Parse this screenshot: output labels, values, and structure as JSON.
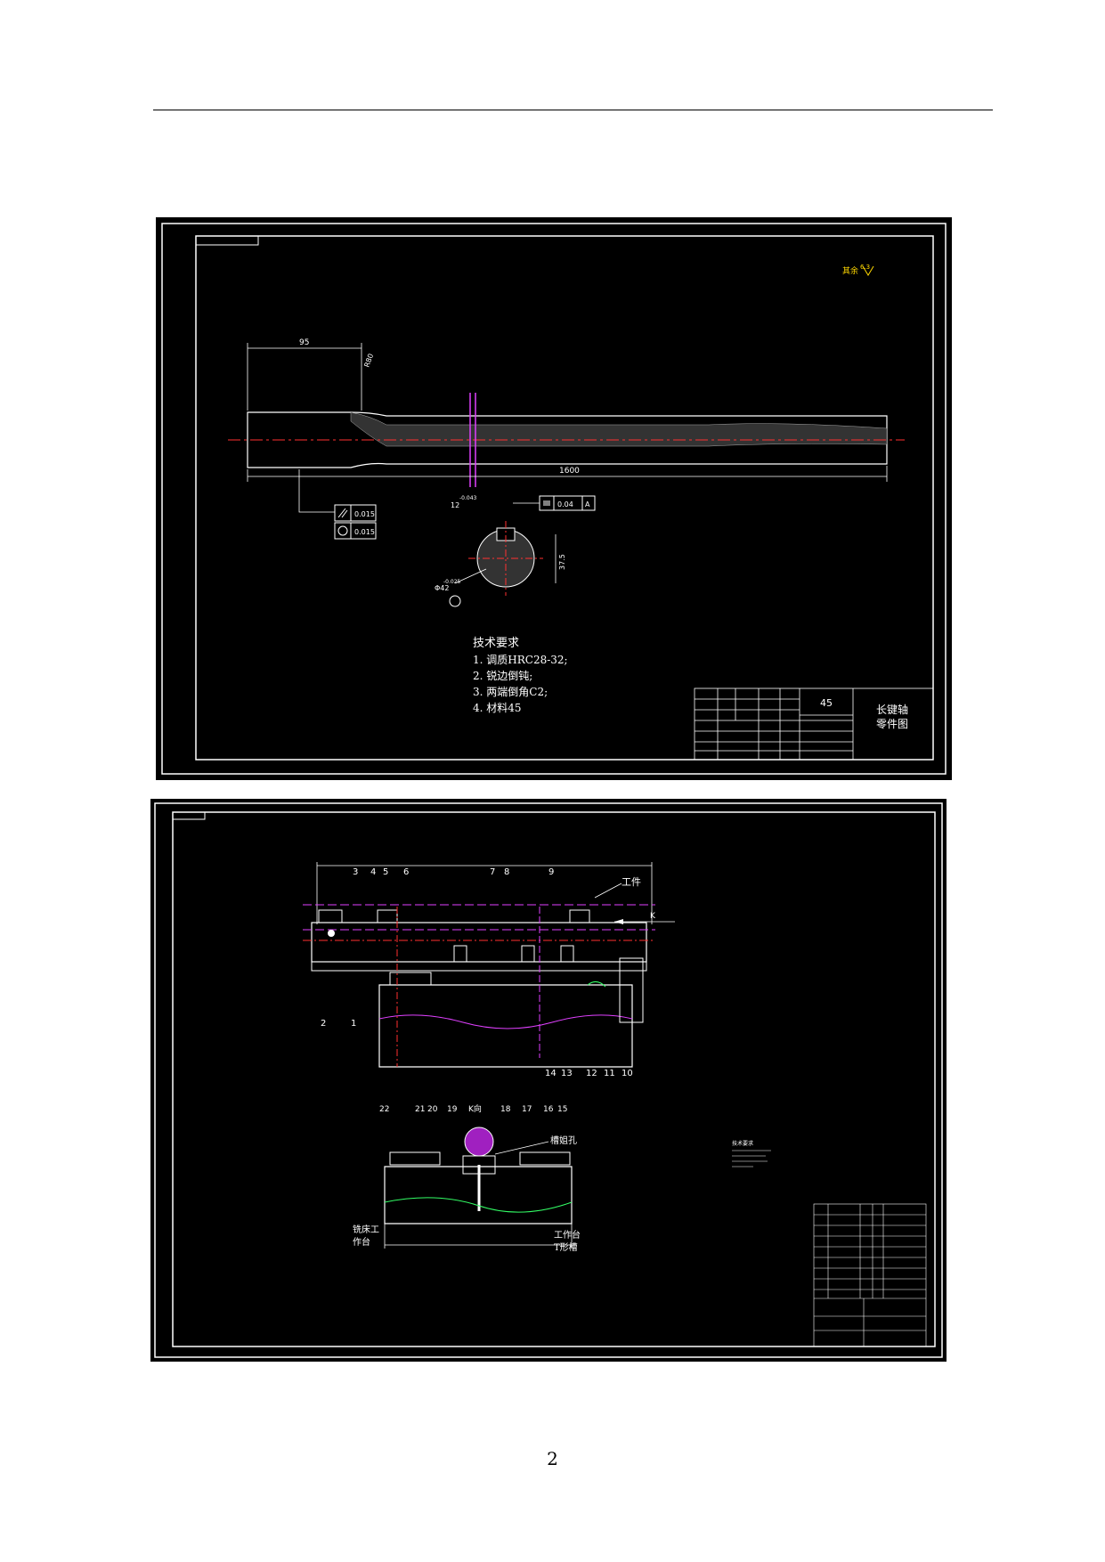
{
  "page": {
    "page_number": "2"
  },
  "drawing1": {
    "roughness_label": "其余",
    "roughness_value": "6.3",
    "dim_left": "95",
    "dim_chamfer": "R80",
    "dim_total": "1600",
    "tol_runout": "0.015",
    "tol_round": "0.015",
    "section_key_width": "12",
    "section_key_tol": "-0.043",
    "section_sym": "0.04",
    "section_datum": "A",
    "section_depth": "37.5",
    "section_diam": "Φ42",
    "section_diam_tol": "-0.025",
    "tech_title": "技术要求",
    "tech_items": [
      "1. 调质HRC28-32;",
      "2. 锐边倒钝;",
      "3. 两端倒角C2;",
      "4. 材料45"
    ],
    "title_material": "45",
    "title_name_line1": "长键轴",
    "title_name_line2": "零件图"
  },
  "drawing2": {
    "label_workpiece": "工件",
    "label_view_k": "K",
    "label_k_view": "K向",
    "label_locating_hole": "槽姐孔",
    "label_machine_table_1": "铣床工",
    "label_machine_table_2": "作台",
    "label_tslot_1": "工作台",
    "label_tslot_2": "T形槽",
    "tech_title": "技术要求",
    "balloons_top": [
      "3",
      "4",
      "5",
      "6",
      "7",
      "8",
      "9"
    ],
    "balloons_left": [
      "2",
      "1"
    ],
    "balloons_bottom": [
      "14",
      "13",
      "12",
      "11",
      "10"
    ],
    "balloons_section": [
      "22",
      "21",
      "20",
      "19",
      "18",
      "17",
      "16",
      "15"
    ]
  }
}
